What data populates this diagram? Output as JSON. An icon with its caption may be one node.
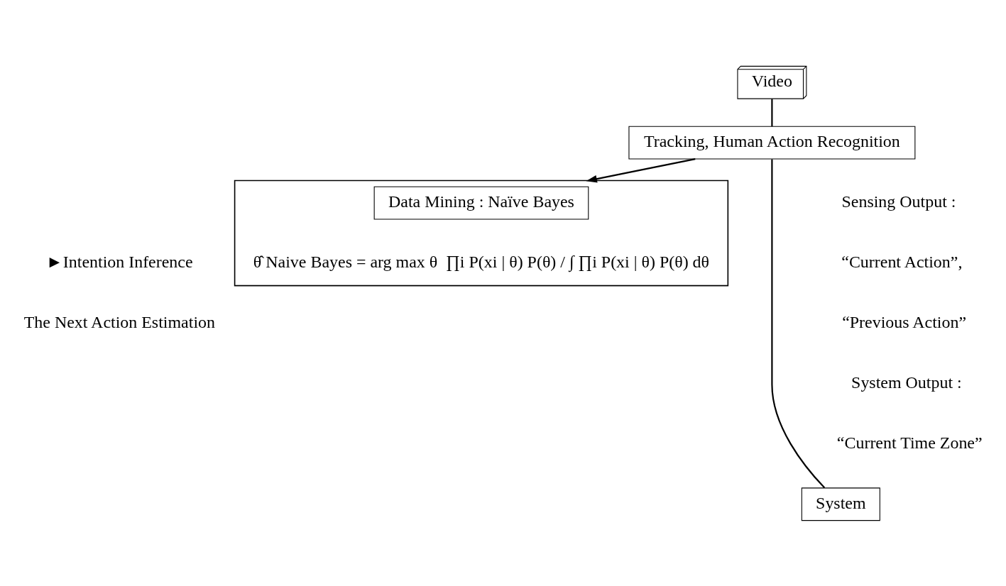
{
  "diagram": {
    "nodes": [
      {
        "text": [
          "Video"
        ]
      },
      {
        "text": [
          "Tracking, Human Action Recognition"
        ]
      },
      {
        "text": [
          "System"
        ]
      },
      {
        "text": [],
        "shape": "box"
      },
      {
        "text": [
          "Data Mining : Naïve Bayes"
        ],
        "in": 3
      },
      {
        "text": [
          "θ̂ Naive Bayes = arg max θ  ∏i P(xi | θ) P(θ) / ∫ ∏i P(xi | θ) P(θ) dθ"
        ],
        "in": 3
      }
    ],
    "edges": [
      {
        "from": 0,
        "to": 1,
        "arrow": "none"
      },
      {
        "from": 1,
        "to": 2,
        "arrow": "none"
      },
      {
        "from": 1,
        "to": 3,
        "arrow": "to"
      }
    ],
    "labels": [
      "Sensing Output :",
      "“Current Action”,",
      "“Previous Action”",
      "System Output :",
      "“Current Time Zone”",
      "►Intention Inference",
      "The Next Action Estimation"
    ]
  }
}
